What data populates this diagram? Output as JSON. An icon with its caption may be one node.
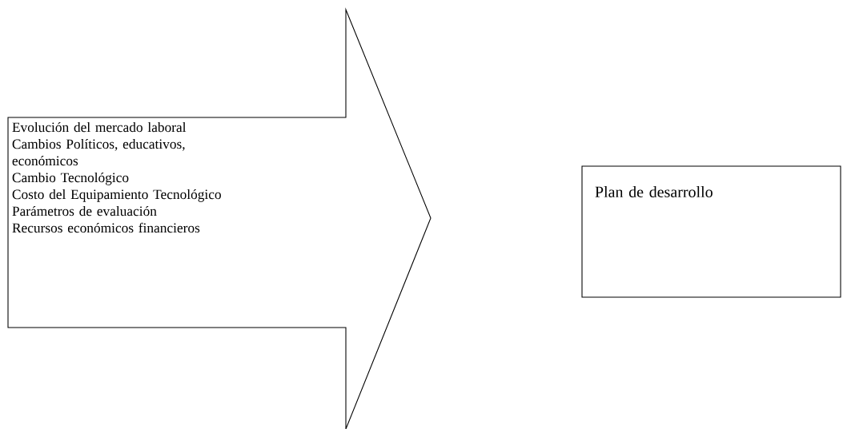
{
  "diagram": {
    "nodes": [
      {
        "text": [
          "Evolución del mercado laboral",
          "Cambios Políticos, educativos, económicos",
          "Cambio Tecnológico",
          "Costo del Equipamiento Tecnológico",
          "Parámetros de evaluación",
          "Recursos económicos financieros"
        ]
      },
      {
        "text": [
          "Plan de desarrollo"
        ]
      }
    ]
  }
}
